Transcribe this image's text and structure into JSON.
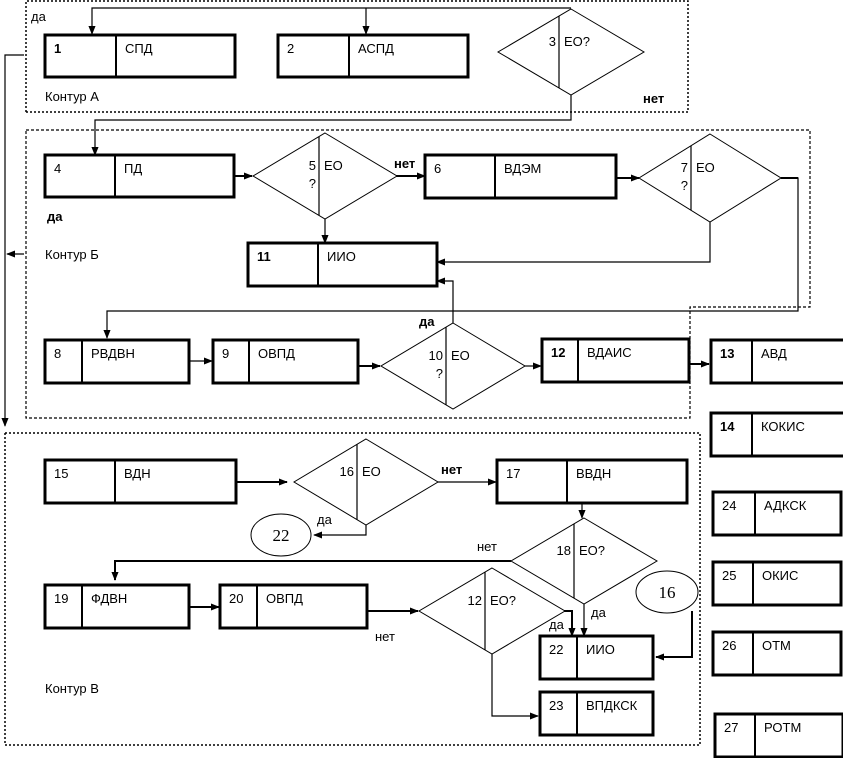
{
  "diagram": {
    "contours": [
      {
        "id": "A",
        "label": "Контур А"
      },
      {
        "id": "B",
        "label": "Контур Б"
      },
      {
        "id": "V",
        "label": "Контур В"
      }
    ],
    "blocks": [
      {
        "num": "1",
        "name": "СПД"
      },
      {
        "num": "2",
        "name": "АСПД"
      },
      {
        "num": "4",
        "name": "ПД"
      },
      {
        "num": "6",
        "name": "ВДЭМ"
      },
      {
        "num": "11",
        "name": "ИИО"
      },
      {
        "num": "8",
        "name": "РВДВН"
      },
      {
        "num": "9",
        "name": "ОВПД"
      },
      {
        "num": "12",
        "name": "ВДАИС"
      },
      {
        "num": "13",
        "name": "АВД"
      },
      {
        "num": "14",
        "name": "КОКИС"
      },
      {
        "num": "15",
        "name": "ВДН"
      },
      {
        "num": "17",
        "name": "ВВДН"
      },
      {
        "num": "24",
        "name": "АДКСК"
      },
      {
        "num": "25",
        "name": "ОКИС"
      },
      {
        "num": "19",
        "name": "ФДВН"
      },
      {
        "num": "20",
        "name": "ОВПД"
      },
      {
        "num": "22",
        "name": "ИИО"
      },
      {
        "num": "26",
        "name": "ОТМ"
      },
      {
        "num": "23",
        "name": "ВПДКСК"
      },
      {
        "num": "27",
        "name": "РОТМ"
      }
    ],
    "decisions": [
      {
        "num": "3",
        "text": "ЕО?",
        "q": ""
      },
      {
        "num": "5",
        "text": "ЕО",
        "q": "?"
      },
      {
        "num": "7",
        "text": "ЕО",
        "q": "?"
      },
      {
        "num": "10",
        "text": "ЕО",
        "q": "?"
      },
      {
        "num": "16",
        "text": "ЕО",
        "q": ""
      },
      {
        "num": "18",
        "text": "ЕО?",
        "q": ""
      },
      {
        "num": "12",
        "text": "ЕО?",
        "q": ""
      }
    ],
    "connectors": [
      {
        "ref": "22"
      },
      {
        "ref": "16"
      }
    ],
    "edge_labels": {
      "yes": "да",
      "no": "нет"
    }
  }
}
